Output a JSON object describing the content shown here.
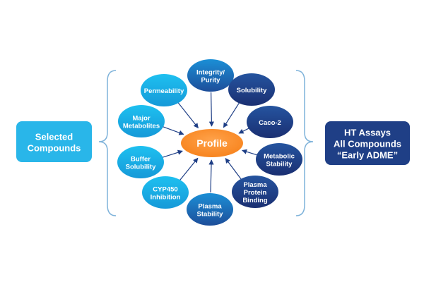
{
  "center": {
    "label": "Profile",
    "color": "#F7821B"
  },
  "left_box": {
    "lines": [
      "Selected",
      "Compounds"
    ],
    "color": "#29B6E9"
  },
  "right_box": {
    "lines": [
      "HT Assays",
      "All Compounds",
      "“Early ADME”"
    ],
    "color": "#1F3F86"
  },
  "bracket_color": "#7FB3DA",
  "arrow_color": "#1F3F86",
  "nodes": [
    {
      "id": "integrity-purity",
      "lines": [
        "Integrity/",
        "Purity"
      ],
      "tone": "mid"
    },
    {
      "id": "solubility",
      "lines": [
        "Solubility"
      ],
      "tone": "dark"
    },
    {
      "id": "caco-2",
      "lines": [
        "Caco-2"
      ],
      "tone": "dark"
    },
    {
      "id": "metabolic-stability",
      "lines": [
        "Metabolic",
        "Stability"
      ],
      "tone": "dark"
    },
    {
      "id": "plasma-protein-binding",
      "lines": [
        "Plasma",
        "Protein",
        "Binding"
      ],
      "tone": "dark"
    },
    {
      "id": "plasma-stability",
      "lines": [
        "Plasma",
        "Stability"
      ],
      "tone": "mid"
    },
    {
      "id": "cyp450-inhibition",
      "lines": [
        "CYP450",
        "Inhibition"
      ],
      "tone": "light"
    },
    {
      "id": "buffer-solubility",
      "lines": [
        "Buffer",
        "Solubility"
      ],
      "tone": "light"
    },
    {
      "id": "major-metabolites",
      "lines": [
        "Major",
        "Metabolites"
      ],
      "tone": "light"
    },
    {
      "id": "permeability",
      "lines": [
        "Permeability"
      ],
      "tone": "light"
    }
  ],
  "tones": {
    "light": [
      "#1EC0F0",
      "#1599D8"
    ],
    "mid": [
      "#1B8FD6",
      "#1D4E9A"
    ],
    "dark": [
      "#25549F",
      "#1A2F72"
    ]
  }
}
